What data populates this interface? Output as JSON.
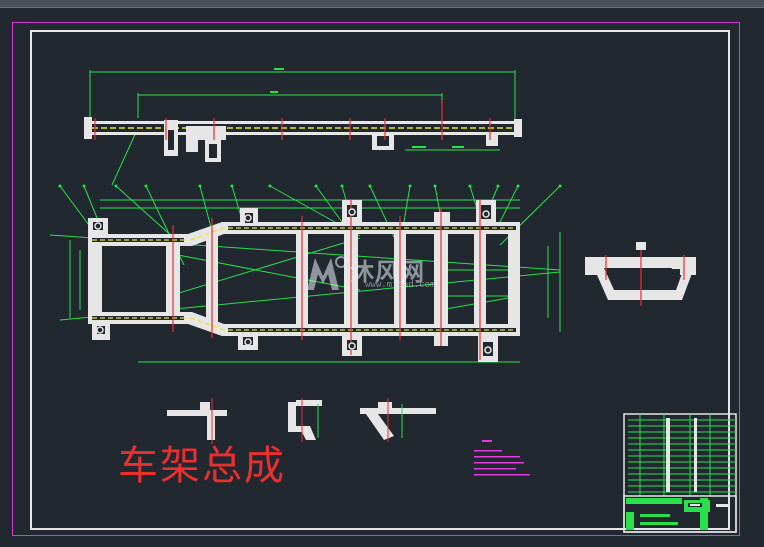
{
  "drawing": {
    "title_chinese": "车架总成"
  },
  "watermark": {
    "brand_text": "沐风网",
    "url_text": "www.mfcad.com"
  },
  "colors": {
    "background": "#212830",
    "frame_white": "#e6e6e6",
    "border_magenta": "#d23bd2",
    "dimension_green": "#29e04a",
    "centerline_red": "#ea2f2f",
    "hatch_yellow": "#e8e23a",
    "note_magenta": "#e23ae2",
    "title_red": "#ea2f2f"
  }
}
